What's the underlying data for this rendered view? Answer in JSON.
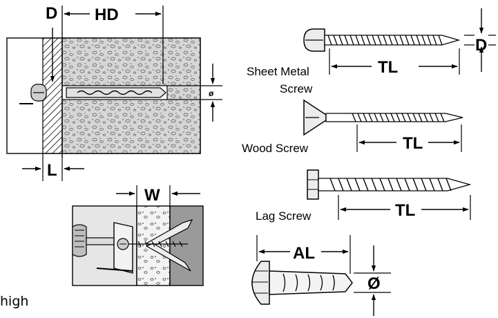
{
  "labels": {
    "d_top": "D",
    "hd": "HD",
    "l": "L",
    "w": "W",
    "dia_small": "ø",
    "d_right": "D",
    "tl_sheet": "TL",
    "tl_wood": "TL",
    "tl_lag": "TL",
    "al": "AL",
    "dia_anchor": "Ø"
  },
  "captions": {
    "sheet_metal_1": "Sheet Metal",
    "sheet_metal_2": "Screw",
    "wood": "Wood Screw",
    "lag": "Lag Screw"
  },
  "cut_text": "high",
  "colors": {
    "concrete": "#d4d4d4",
    "wall_light": "#e6e6e6",
    "wall_dark": "#9a9a9a",
    "line": "#000000"
  }
}
